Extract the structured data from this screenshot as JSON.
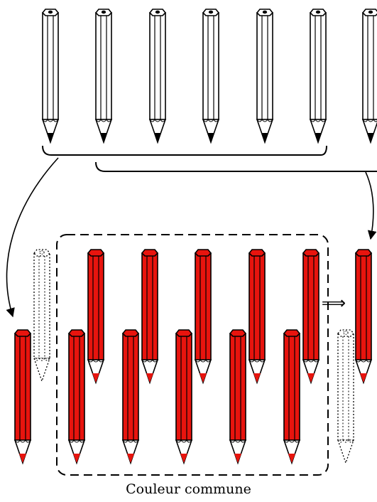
{
  "caption": "Couleur commune",
  "colors": {
    "pencil_red": "#e8140e",
    "pencil_white": "#ffffff",
    "outline": "#000000",
    "tip": "#e8140e",
    "background": "#ffffff"
  },
  "implies_symbol": "⟹",
  "counts": {
    "top_white_pencils": 7,
    "red_pencils_in_group": 10
  }
}
